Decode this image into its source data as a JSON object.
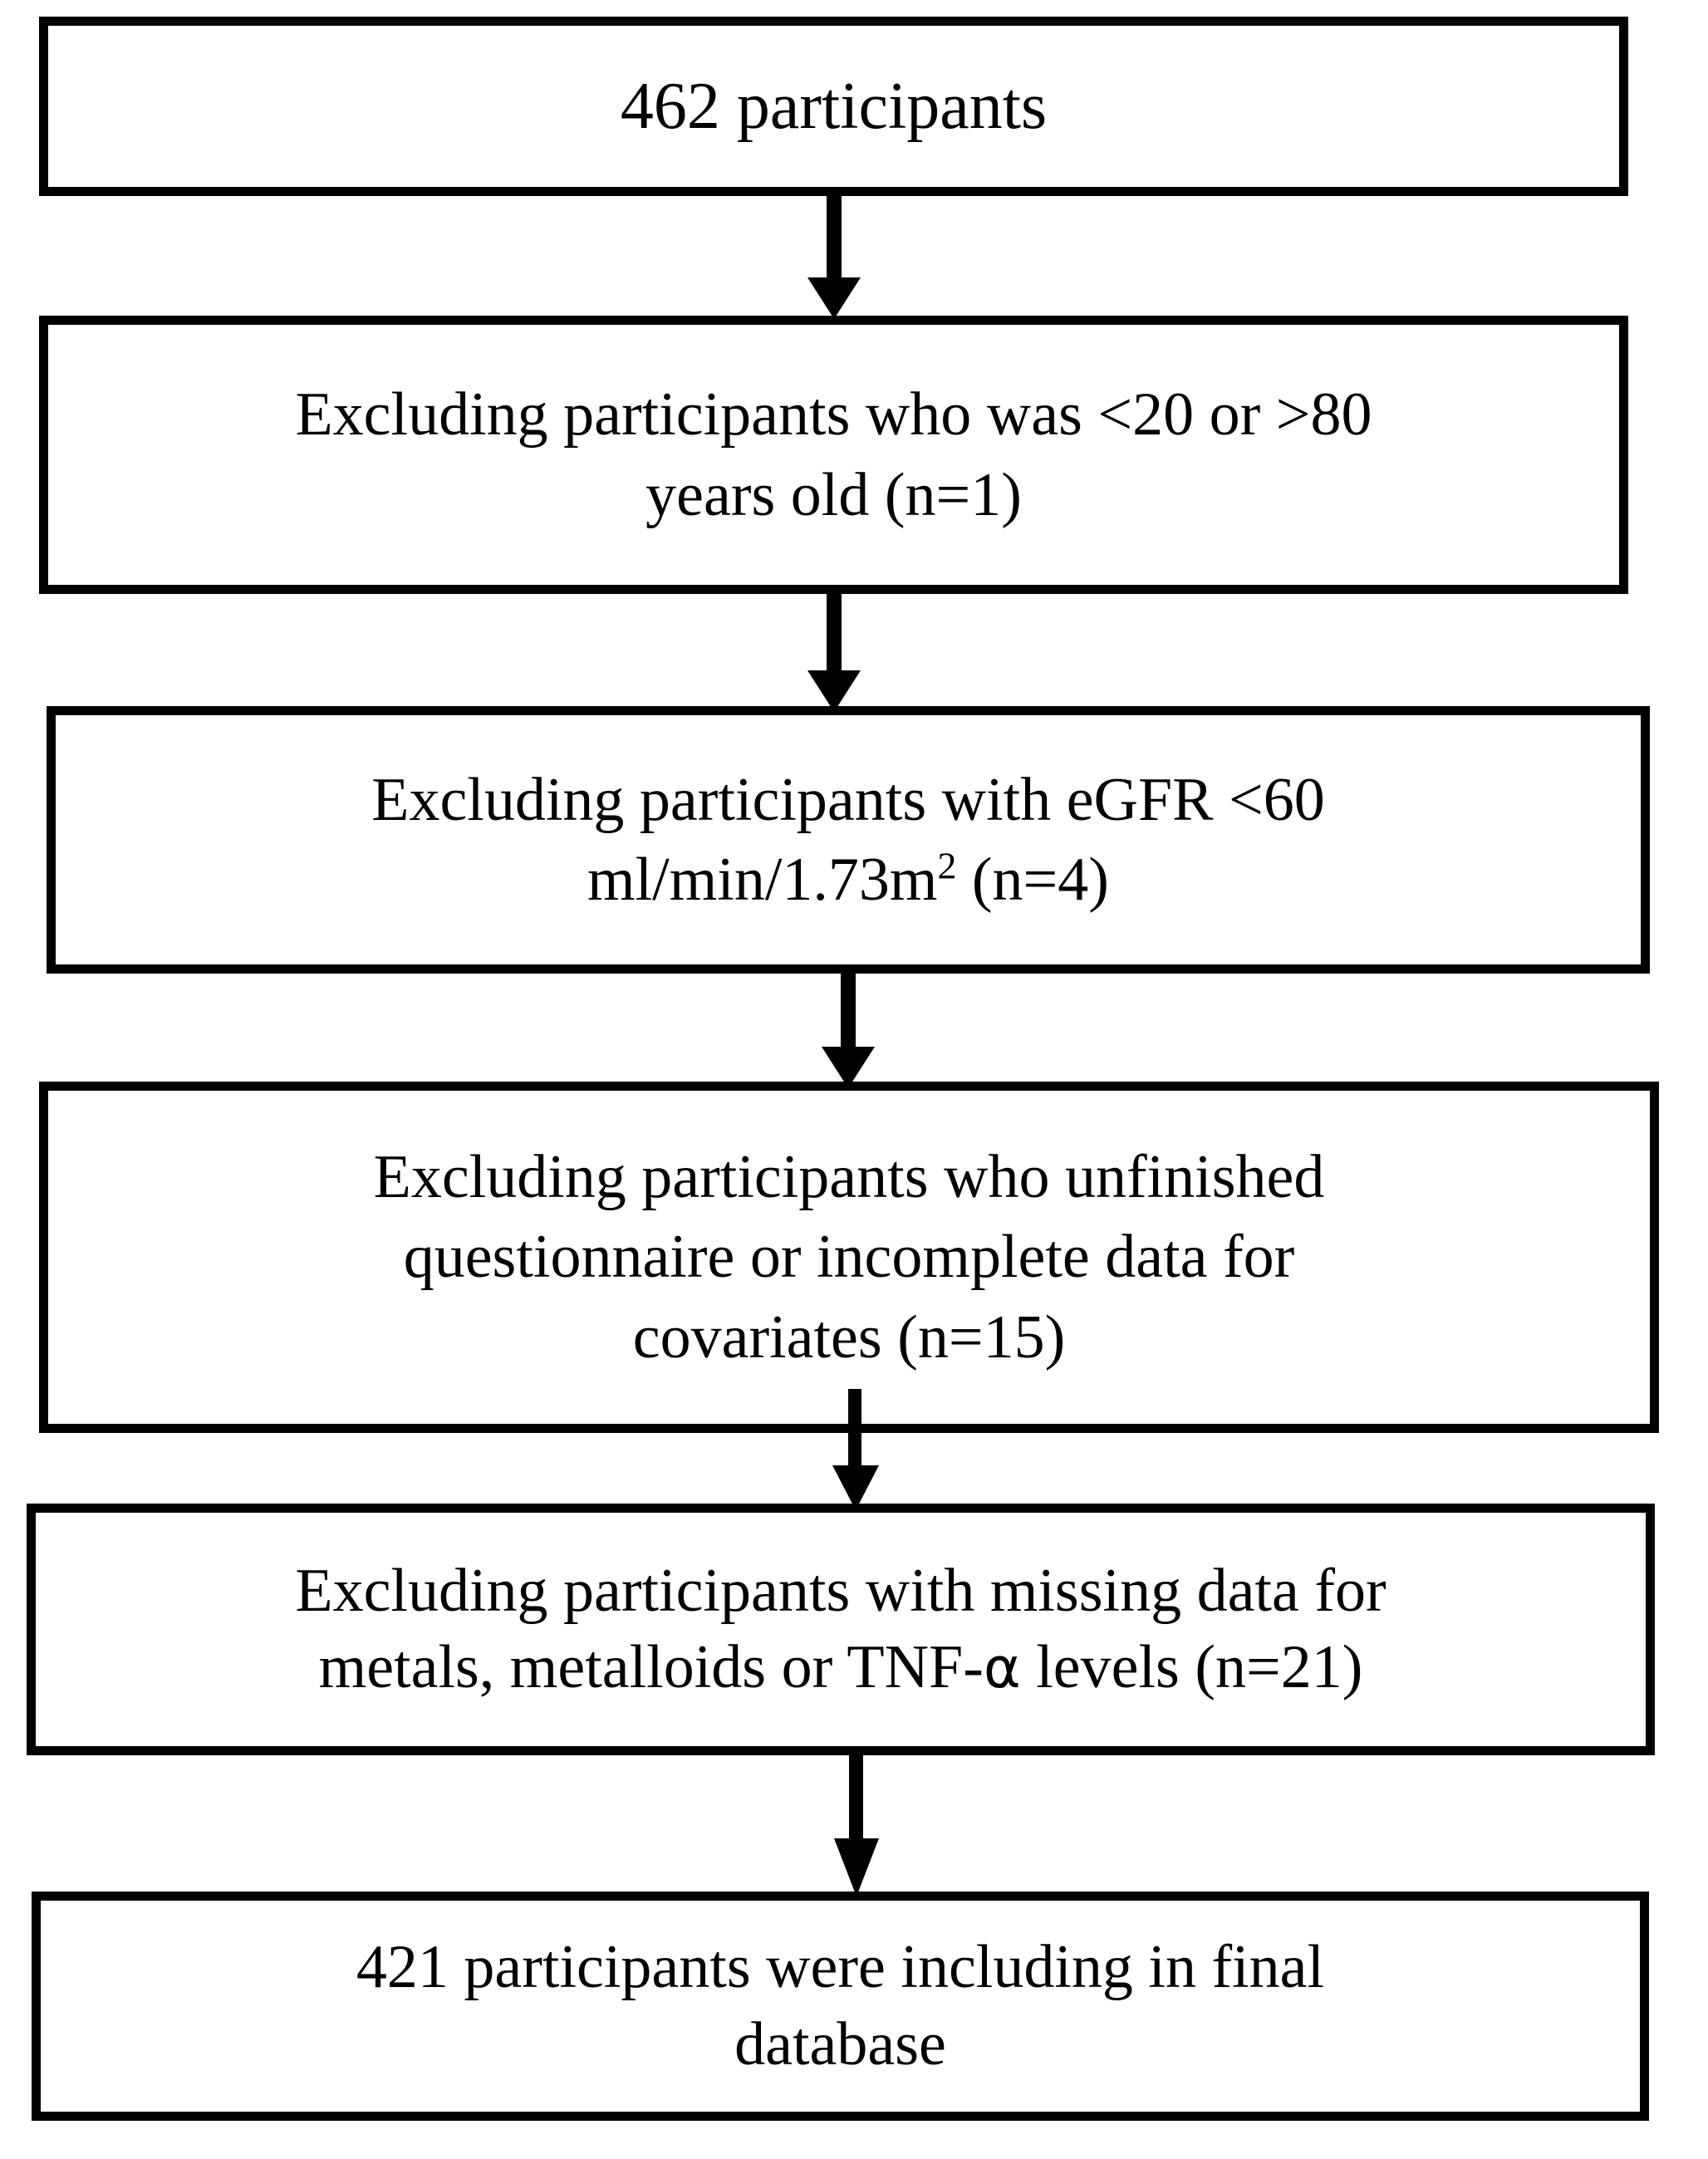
{
  "diagram": {
    "type": "flowchart",
    "title": "Participant selection flow diagram",
    "orientation": "top-to-bottom",
    "colors": {
      "box_border": "#000000",
      "box_fill": "#ffffff",
      "arrow": "#000000",
      "text": "#000000",
      "background": "#ffffff"
    },
    "nodes": [
      {
        "id": "node-1",
        "name": "initial-participants",
        "lines": [
          "462 participants"
        ],
        "count": 462
      },
      {
        "id": "node-2",
        "name": "exclusion-age",
        "lines": [
          "Excluding participants who was <20 or >80",
          "years old (n=1)"
        ],
        "excluded": 1
      },
      {
        "id": "node-3",
        "name": "exclusion-egfr",
        "lines": [
          "Excluding participants with eGFR <60",
          "ml/min/1.73m2 (n=4)"
        ],
        "excluded": 4
      },
      {
        "id": "node-4",
        "name": "exclusion-questionnaire",
        "lines": [
          "Excluding participants who unfinished",
          "questionnaire or incomplete data for",
          "covariates (n=15)"
        ],
        "excluded": 15
      },
      {
        "id": "node-5",
        "name": "exclusion-missing-metals",
        "lines": [
          "Excluding participants with missing data for",
          "metals, metalloids or TNF-a levels (n=21)"
        ],
        "excluded": 21
      },
      {
        "id": "node-6",
        "name": "final-database",
        "lines": [
          "421 participants were including in final",
          "database"
        ],
        "count": 421
      }
    ],
    "edges": [
      {
        "from": "node-1",
        "to": "node-2",
        "name": "arrow-1-to-2"
      },
      {
        "from": "node-2",
        "to": "node-3",
        "name": "arrow-2-to-3"
      },
      {
        "from": "node-3",
        "to": "node-4",
        "name": "arrow-3-to-4"
      },
      {
        "from": "node-4",
        "to": "node-5",
        "name": "arrow-4-to-5"
      },
      {
        "from": "node-5",
        "to": "node-6",
        "name": "arrow-5-to-6"
      }
    ]
  },
  "text": {
    "node1_line1": "462 participants",
    "node2_line1": "Excluding participants who was <20 or >80",
    "node2_line2": "years old (n=1)",
    "node3_line1": "Excluding participants with eGFR <60",
    "node3_line2_a": "ml/min/1.73m",
    "node3_line2_sup": "2",
    "node3_line2_b": " (n=4)",
    "node4_line1": "Excluding participants who unfinished",
    "node4_line2": "questionnaire or incomplete data for",
    "node4_line3": "covariates (n=15)",
    "node5_line1": "Excluding participants with missing data for",
    "node5_line2_a": "metals, metalloids or TNF-",
    "node5_line2_alpha": "α",
    "node5_line2_b": " levels (n=21)",
    "node6_line1": "421 participants were including in final",
    "node6_line2": "database"
  }
}
